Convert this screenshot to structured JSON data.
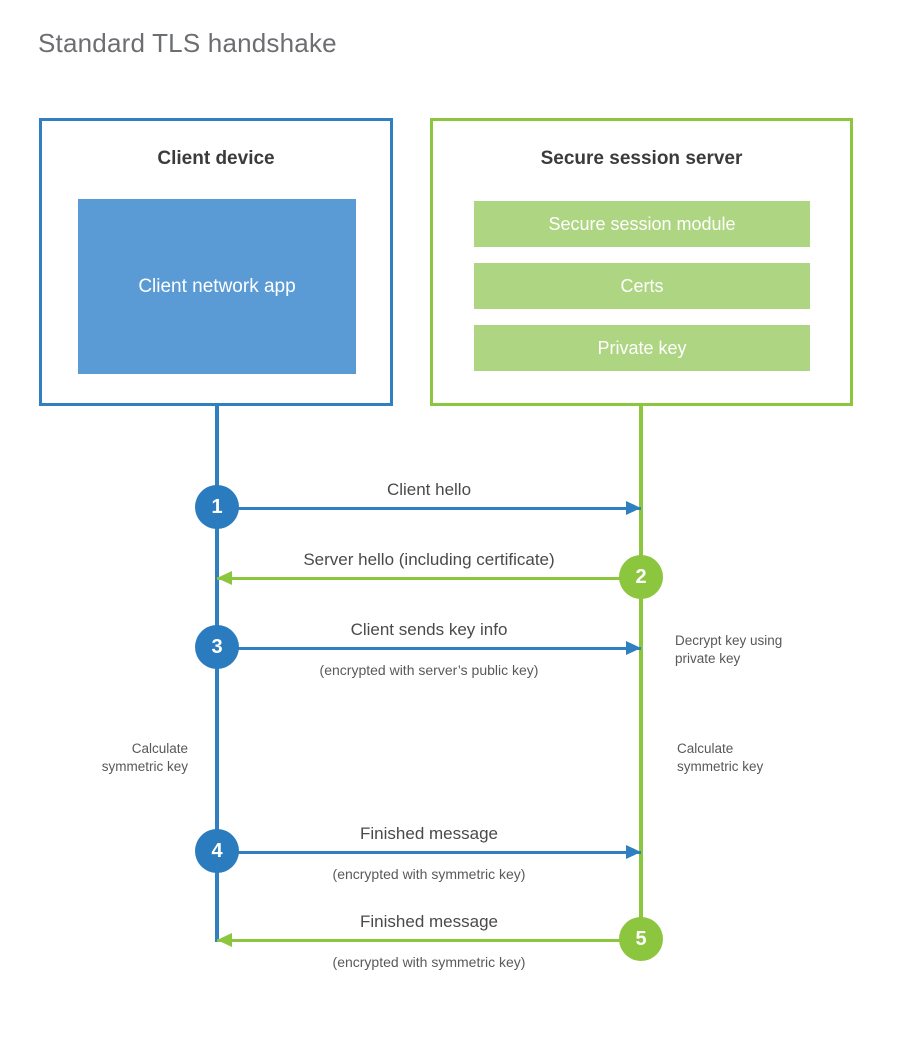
{
  "diagram": {
    "title": "Standard TLS handshake",
    "colors": {
      "client_border": "#2f7fc1",
      "client_app_fill": "#5b9bd5",
      "server_border": "#8cc63f",
      "server_bar_fill": "#aed581",
      "client_badge": "#2b7cbf",
      "server_badge": "#8cc63f",
      "title_text": "#6d6e71",
      "body_text": "#4a4a4c"
    },
    "client_panel": {
      "title": "Client device",
      "app_label": "Client network app"
    },
    "server_panel": {
      "title": "Secure session server",
      "components": [
        {
          "label": "Secure session module"
        },
        {
          "label": "Certs"
        },
        {
          "label": "Private key"
        }
      ]
    },
    "messages": [
      {
        "step": "1",
        "label": "Client hello",
        "sublabel": "",
        "direction": "client-to-server",
        "color": "blue"
      },
      {
        "step": "2",
        "label": "Server hello (including certificate)",
        "sublabel": "",
        "direction": "server-to-client",
        "color": "green"
      },
      {
        "step": "3",
        "label": "Client sends key info",
        "sublabel": "(encrypted with server’s public key)",
        "direction": "client-to-server",
        "color": "blue"
      },
      {
        "step": "4",
        "label": "Finished message",
        "sublabel": "(encrypted with symmetric key)",
        "direction": "client-to-server",
        "color": "blue"
      },
      {
        "step": "5",
        "label": "Finished message",
        "sublabel": "(encrypted with symmetric key)",
        "direction": "server-to-client",
        "color": "green"
      }
    ],
    "notes": {
      "server_decrypt": "Decrypt key using\nprivate key",
      "client_calculate": "Calculate\nsymmetric key",
      "server_calculate": "Calculate\nsymmetric key"
    }
  }
}
